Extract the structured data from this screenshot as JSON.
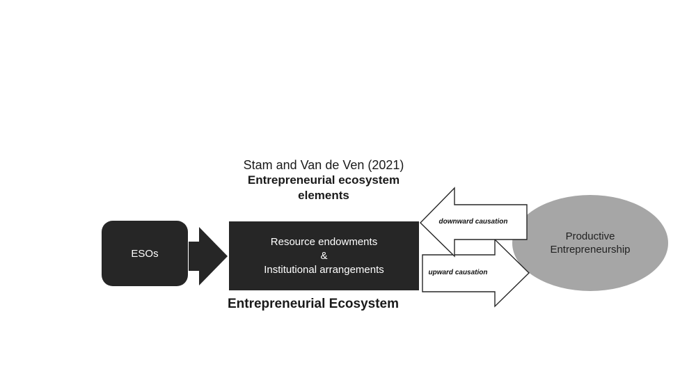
{
  "citation": "Stam and Van de Ven (2021)",
  "elements_title": [
    "Entrepreneurial ecosystem",
    "elements"
  ],
  "eso_box": {
    "label": "ESOs"
  },
  "resource_box": {
    "line1": "Resource endowments",
    "line2": "&",
    "line3": "Institutional arrangements"
  },
  "ecosystem_label": "Entrepreneurial Ecosystem",
  "downward_arrow": {
    "label": "downward causation"
  },
  "upward_arrow": {
    "label": "upward causation"
  },
  "outcome": {
    "line1": "Productive",
    "line2": "Entrepreneurship"
  },
  "colors": {
    "dark_box": "#262626",
    "ellipse_fill": "#a6a6a6",
    "arrow_outline": "#262626",
    "arrow_fill": "#ffffff"
  }
}
